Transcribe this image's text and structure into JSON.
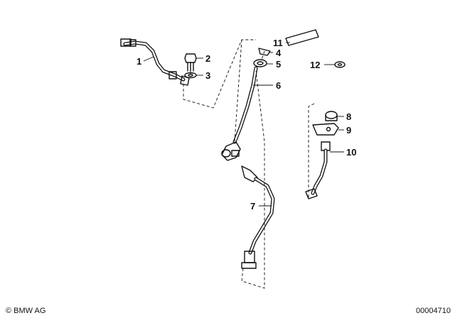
{
  "callouts": [
    {
      "id": "1",
      "label": "1"
    },
    {
      "id": "2",
      "label": "2"
    },
    {
      "id": "3",
      "label": "3"
    },
    {
      "id": "4",
      "label": "4"
    },
    {
      "id": "5",
      "label": "5"
    },
    {
      "id": "6",
      "label": "6"
    },
    {
      "id": "7",
      "label": "7"
    },
    {
      "id": "8",
      "label": "8"
    },
    {
      "id": "9",
      "label": "9"
    },
    {
      "id": "10",
      "label": "10"
    },
    {
      "id": "11",
      "label": "11"
    },
    {
      "id": "12",
      "label": "12"
    }
  ],
  "footer": {
    "copyright": "© BMW AG",
    "diagram_id": "00004710"
  }
}
